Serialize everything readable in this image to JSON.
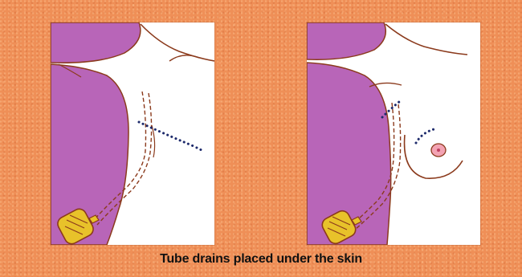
{
  "caption": "Tube drains placed under the skin",
  "colors": {
    "background": "#ef8f57",
    "skin_shading": "#b865b8",
    "outline": "#8b3a1c",
    "dotted_line": "#1d2a6b",
    "drain_bulb": "#e8c22a",
    "nipple": "#f3a3b3"
  },
  "panels": [
    {
      "name": "left-illustration",
      "icon": "drain-tube-illustration"
    },
    {
      "name": "right-illustration",
      "icon": "drain-tube-illustration"
    }
  ]
}
